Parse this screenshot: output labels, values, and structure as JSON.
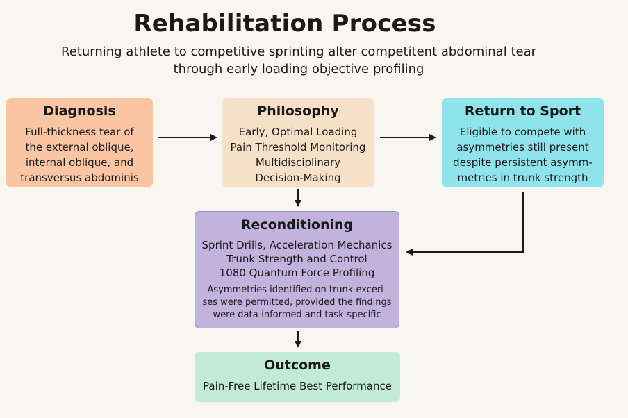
{
  "title": "Rehabilitation Process",
  "subtitle": [
    "Returning athlete to competitive sprinting alter competitent abdominal tear",
    "through early loading objective profiling"
  ],
  "diagnosis": {
    "title": "Diagnosis",
    "lines": [
      "Full-thickness tear of",
      "the external oblique,",
      "internal oblique, and",
      "transversus abdominis"
    ]
  },
  "philosophy": {
    "title": "Philosophy",
    "lines": [
      "Early, Optimal Loading",
      "Pain Threshold Monitoring",
      "Multidisciplinary",
      "Decision-Making"
    ]
  },
  "return_to_sport": {
    "title": "Return to Sport",
    "lines": [
      "Eligible to compete with",
      "asymmetries still present",
      "despite persistent asymm-",
      "metries in trunk strength"
    ]
  },
  "reconditioning": {
    "title": "Reconditioning",
    "lines": [
      "Sprint Drills, Acceleration Mechanics",
      "Trunk Strength and Control",
      "1080 Quantum Force Profiling"
    ],
    "notes": [
      "Asymmetries identified on trunk exceri-",
      "ses were permitted, provided the findings",
      "were data-informed and task-specific"
    ]
  },
  "outcome": {
    "title": "Outcome",
    "lines": [
      "Pain-Free Lifetime Best Performance"
    ]
  },
  "colors": {
    "diagnosis": "#f9c5a3",
    "philosophy": "#f6e0c8",
    "return_to_sport": "#8fe4ec",
    "reconditioning": "#c2b3de",
    "outcome": "#c2ebd6",
    "arrow": "#1a1a1a"
  }
}
